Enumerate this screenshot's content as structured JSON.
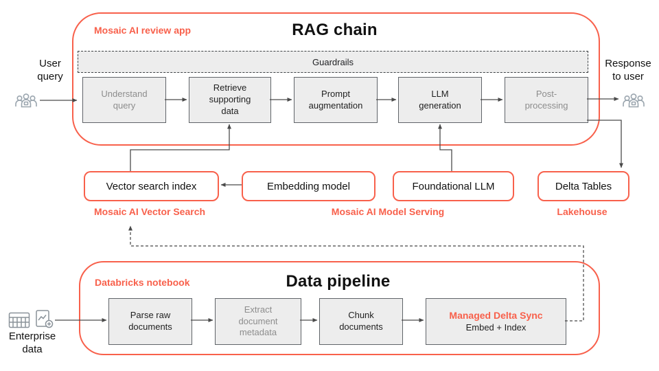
{
  "colors": {
    "accent": "#F8604B",
    "box_fill": "#EDEDED",
    "box_border": "#5f6368",
    "muted_text": "#8d8d8d",
    "connector": "#4a4a4a",
    "people_icon": "#9AA5AE"
  },
  "rag_chain": {
    "tag": "Mosaic AI review app",
    "title": "RAG chain",
    "guardrails_label": "Guardrails",
    "steps": [
      {
        "label": "Understand\nquery"
      },
      {
        "label": "Retrieve\nsupporting\ndata"
      },
      {
        "label": "Prompt\naugmentation"
      },
      {
        "label": "LLM\ngeneration"
      },
      {
        "label": "Post-\nprocessing"
      }
    ]
  },
  "actors": {
    "user_query_label": "User\nquery",
    "response_label": "Response\nto user",
    "enterprise_label": "Enterprise\ndata"
  },
  "services": {
    "vector_search_index": "Vector search index",
    "embedding_model": "Embedding model",
    "foundational_llm": "Foundational LLM",
    "delta_tables": "Delta Tables"
  },
  "service_captions": {
    "vector_search": "Mosaic AI Vector Search",
    "model_serving": "Mosaic AI Model Serving",
    "lakehouse": "Lakehouse"
  },
  "data_pipeline": {
    "tag": "Databricks notebook",
    "title": "Data pipeline",
    "steps": [
      {
        "label": "Parse raw\ndocuments"
      },
      {
        "label": "Extract\ndocument\nmetadata"
      },
      {
        "label": "Chunk\ndocuments"
      },
      {
        "label_accent": "Managed Delta Sync",
        "label": "Embed + Index"
      }
    ]
  }
}
